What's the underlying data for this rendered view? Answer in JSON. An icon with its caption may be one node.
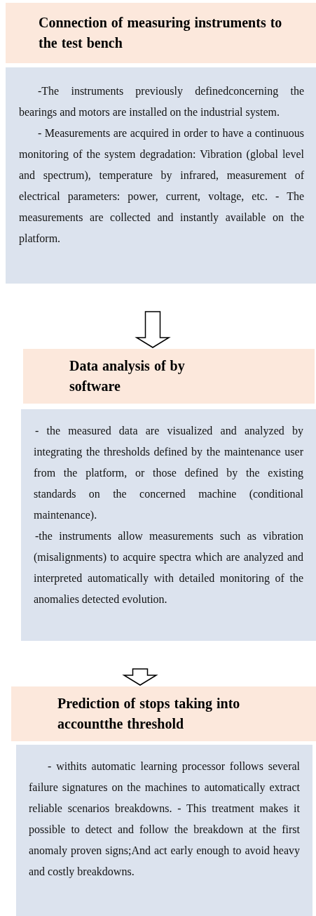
{
  "diagram": {
    "nodes": [
      {
        "text": [
          "Connection of measuring instruments to the test bench"
        ]
      },
      {
        "text": [
          "-The instruments previously definedconcerning the bearings and motors are installed on the industrial system.",
          "- Measurements are acquired in order to have a continuous monitoring of the system degradation: Vibration (global level and spectrum), temperature by infrared, measurement of electrical parameters: power, current, voltage, etc. - The measurements are collected and instantly available on the platform."
        ]
      },
      {
        "text": [
          "Data analysis of by software"
        ]
      },
      {
        "text": [
          "- the measured data are visualized and analyzed by integrating the thresholds defined by the maintenance user from the platform, or those defined by the existing standards on the concerned machine (conditional maintenance).",
          "-the instruments allow measurements such as vibration (misalignments) to acquire spectra which are analyzed and interpreted automatically with detailed monitoring of the anomalies detected evolution."
        ]
      },
      {
        "text": [
          "Prediction of stops taking into accountthe threshold"
        ]
      },
      {
        "text": [
          "- withits automatic learning processor follows several failure signatures on the machines to automatically extract reliable scenarios breakdowns. - This treatment makes it possible to detect and follow the breakdown at the first anomaly proven signs;And act early enough to avoid heavy and costly breakdowns."
        ]
      }
    ],
    "edges": [
      {
        "from": 1,
        "to": 2,
        "arrow": "to"
      },
      {
        "from": 3,
        "to": 4,
        "arrow": "to"
      }
    ]
  }
}
